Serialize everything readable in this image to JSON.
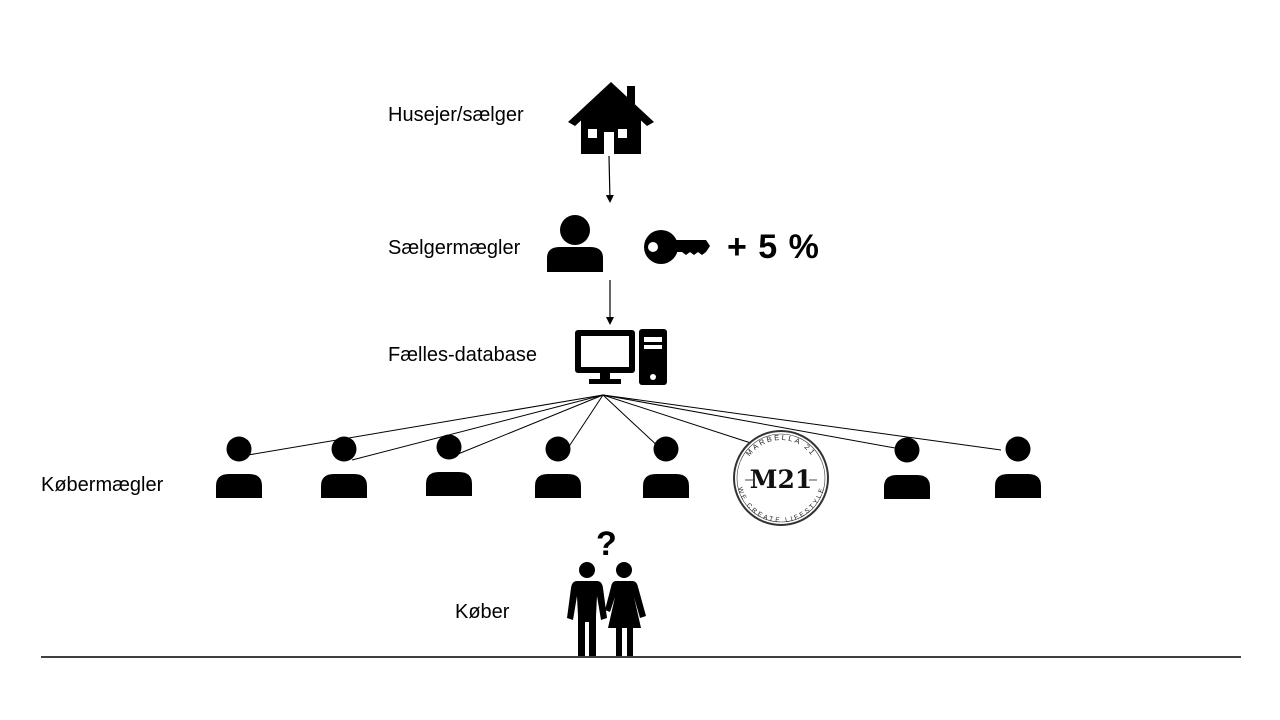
{
  "labels": {
    "owner": "Husejer/sælger",
    "seller_agent": "Sælgermægler",
    "shared_database": "Fælles-database",
    "buyer_agents": "Købermægler",
    "buyer": "Køber"
  },
  "commission": "+ 5 %",
  "question_mark": "?",
  "logo": {
    "monogram": "M21",
    "top_text": "MARBELLA 21",
    "bottom_text": "WE CREATE LIFESTYLE"
  },
  "icons": {
    "owner": "house-icon",
    "seller_agent": "person-icon",
    "commission": "key-icon",
    "shared_database": "computer-icon",
    "buyer_agent": "person-icon",
    "buyer": "couple-icon"
  },
  "colors": {
    "foreground": "#000000",
    "background": "#ffffff",
    "logo_ring": "#333333"
  }
}
